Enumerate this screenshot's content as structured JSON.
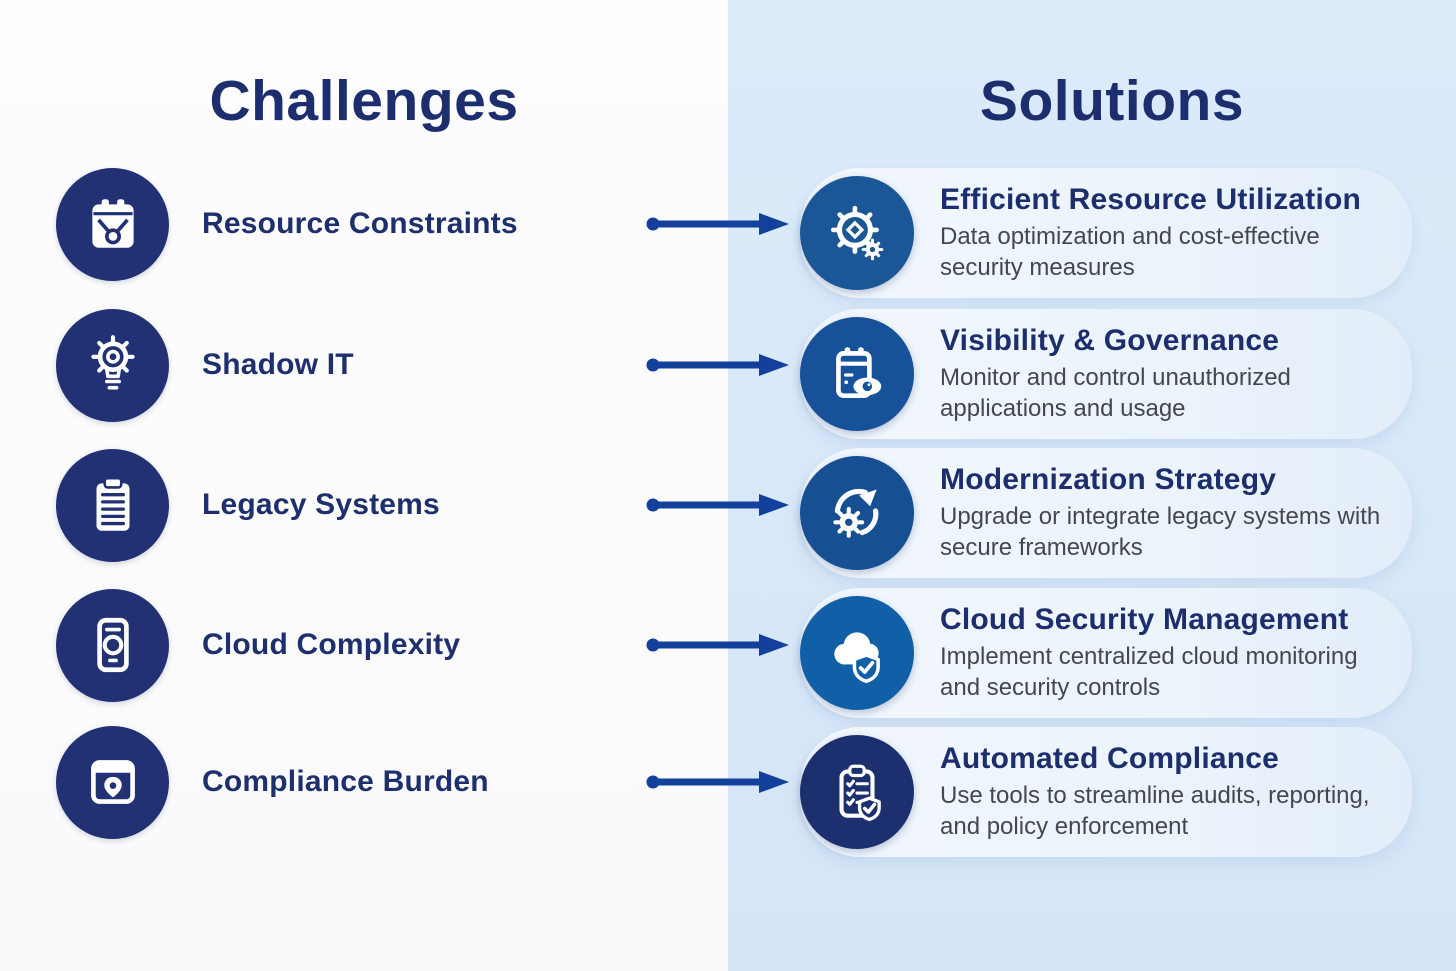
{
  "colors": {
    "left_background": "#fdfdfe",
    "right_background": "#d9e8f8",
    "heading_text": "#1d2e6e",
    "challenge_label_text": "#1e2f6e",
    "challenge_circle": "#213173",
    "arrow": "#13409a",
    "card_background": "#eef4fc",
    "card_title_text": "#1c2e6d",
    "card_description_text": "#45474c"
  },
  "challenges": {
    "title": "Challenges",
    "items": [
      {
        "label": "Resource Constraints",
        "icon": "calendar-tag-icon",
        "circle_color": "#213173"
      },
      {
        "label": "Shadow IT",
        "icon": "bulb-gear-icon",
        "circle_color": "#213173"
      },
      {
        "label": "Legacy Systems",
        "icon": "clipboard-lines-icon",
        "circle_color": "#213173"
      },
      {
        "label": "Cloud Complexity",
        "icon": "smartphone-icon",
        "circle_color": "#213173"
      },
      {
        "label": "Compliance Burden",
        "icon": "browser-pin-icon",
        "circle_color": "#213173"
      }
    ]
  },
  "solutions": {
    "title": "Solutions",
    "items": [
      {
        "title": "Efficient Resource Utilization",
        "description": "Data optimization and cost-effective security measures",
        "icon": "gear-target-icon",
        "circle_color": "#1b5697"
      },
      {
        "title": "Visibility & Governance",
        "description": "Monitor and control unauthorized applications and usage",
        "icon": "calendar-eye-icon",
        "circle_color": "#17519a"
      },
      {
        "title": "Modernization Strategy",
        "description": "Upgrade or integrate legacy systems with secure frameworks",
        "icon": "gear-sync-icon",
        "circle_color": "#174f93"
      },
      {
        "title": "Cloud Security Management",
        "description": "Implement centralized cloud monitoring and security controls",
        "icon": "cloud-shield-icon",
        "circle_color": "#1160a7"
      },
      {
        "title": "Automated Compliance",
        "description": "Use tools to streamline audits, reporting, and policy enforcement",
        "icon": "clipboard-check-icon",
        "circle_color": "#1c2f6e"
      }
    ]
  }
}
